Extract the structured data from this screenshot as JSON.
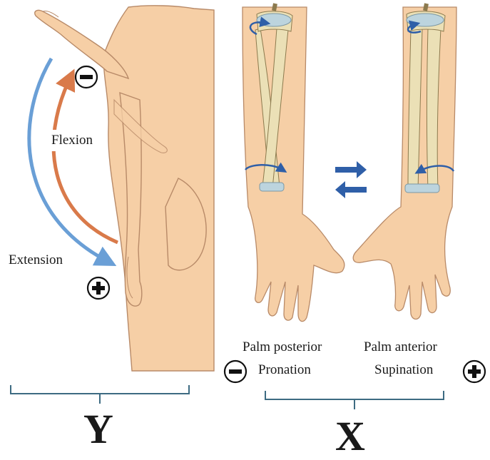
{
  "panel_y": {
    "flexion_label": "Flexion",
    "extension_label": "Extension",
    "flexion_sign": "minus",
    "extension_sign": "plus",
    "panel_letter": "Y"
  },
  "panel_x": {
    "pronation_caption": "Palm posterior",
    "pronation_label": "Pronation",
    "supination_caption": "Palm anterior",
    "supination_label": "Supination",
    "pronation_sign": "minus",
    "supination_sign": "plus",
    "panel_letter": "X"
  },
  "colors": {
    "skin": "#f6cfa6",
    "skin_outline": "#b88a68",
    "bone": "#ebe0b6",
    "bone_outline": "#8c7a4e",
    "cartilage": "#bcd4de",
    "flexion_arrow": "#d97a4a",
    "extension_arrow": "#6a9fd6",
    "rotation_arrow": "#2f5fa8",
    "bracket": "#3d6b82"
  }
}
